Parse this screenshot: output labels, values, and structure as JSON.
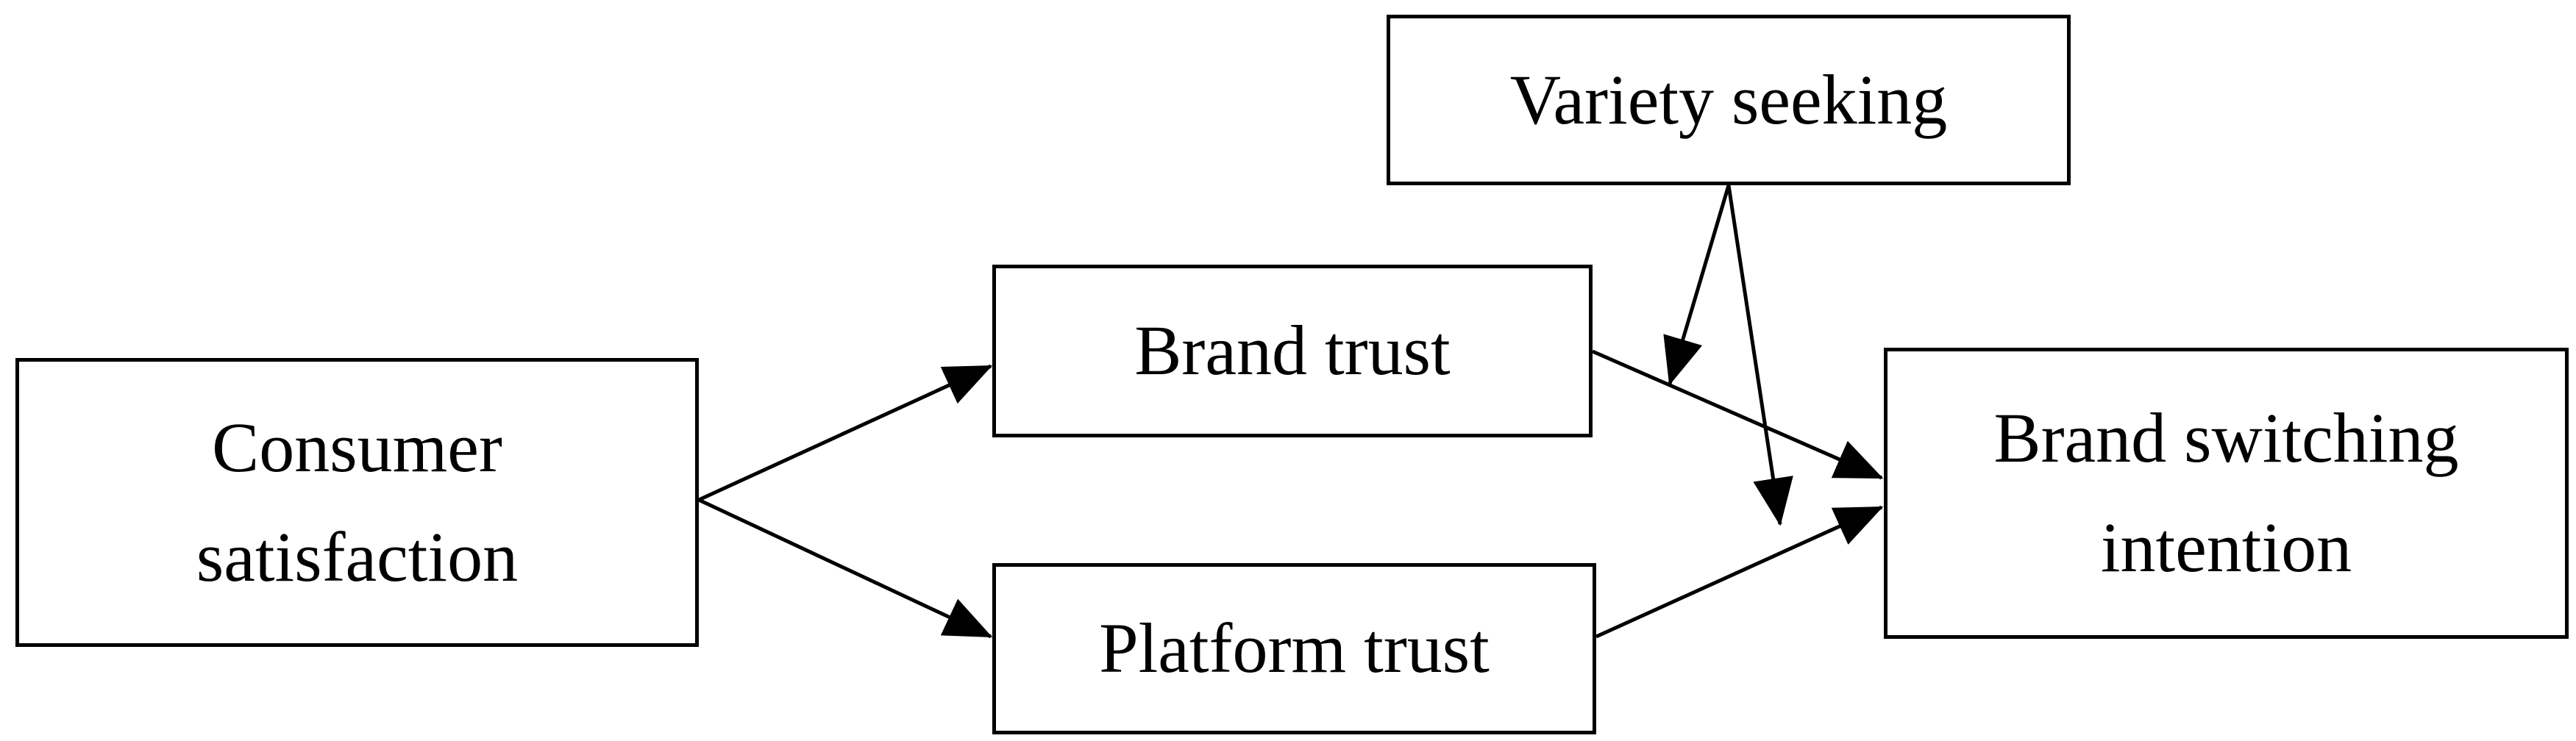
{
  "diagram": {
    "background_color": "#ffffff",
    "line_color": "#000000",
    "text_color": "#000000",
    "nodes": {
      "consumer_satisfaction": {
        "label": "Consumer satisfaction",
        "line1": "Consumer",
        "line2": "satisfaction"
      },
      "brand_trust": {
        "label": "Brand trust"
      },
      "platform_trust": {
        "label": "Platform trust"
      },
      "variety_seeking": {
        "label": "Variety seeking"
      },
      "brand_switching_intention": {
        "label": "Brand switching intention",
        "line1": "Brand switching",
        "line2": "intention"
      }
    },
    "edges": [
      {
        "from": "consumer_satisfaction",
        "to": "brand_trust",
        "type": "direct"
      },
      {
        "from": "consumer_satisfaction",
        "to": "platform_trust",
        "type": "direct"
      },
      {
        "from": "brand_trust",
        "to": "brand_switching_intention",
        "type": "direct"
      },
      {
        "from": "platform_trust",
        "to": "brand_switching_intention",
        "type": "direct"
      },
      {
        "from": "variety_seeking",
        "to": "path:brand_trust>brand_switching_intention",
        "type": "moderation"
      },
      {
        "from": "variety_seeking",
        "to": "path:platform_trust>brand_switching_intention",
        "type": "moderation"
      }
    ]
  }
}
